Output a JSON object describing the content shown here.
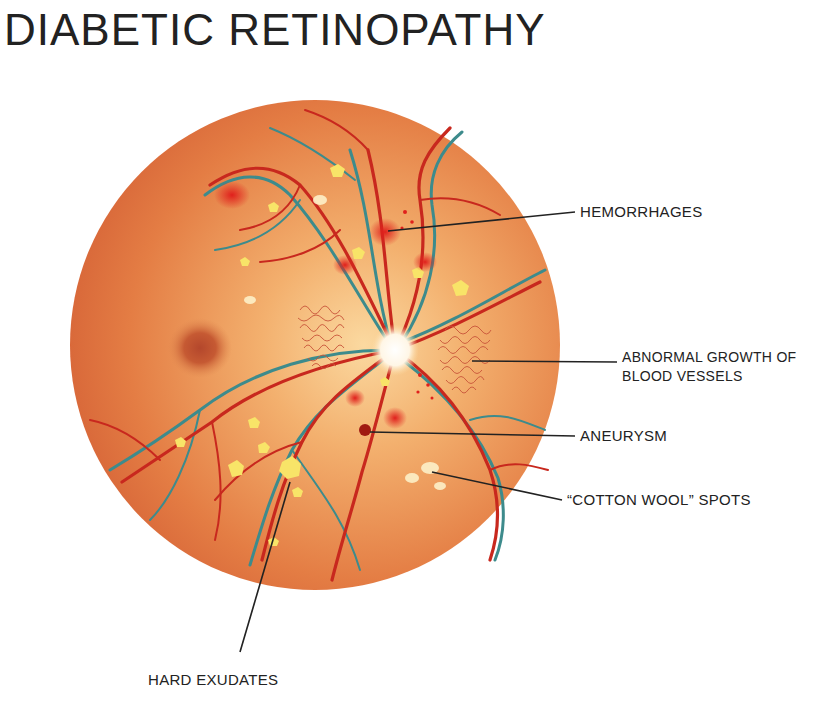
{
  "diagram": {
    "title": "DIABETIC RETINOPATHY",
    "labels": [
      "HEMORRHAGES",
      "ABNORMAL GROWTH OF BLOOD VESSELS",
      "ANEURYSM",
      "“COTTON WOOL” SPOTS",
      "HARD EXUDATES"
    ]
  }
}
